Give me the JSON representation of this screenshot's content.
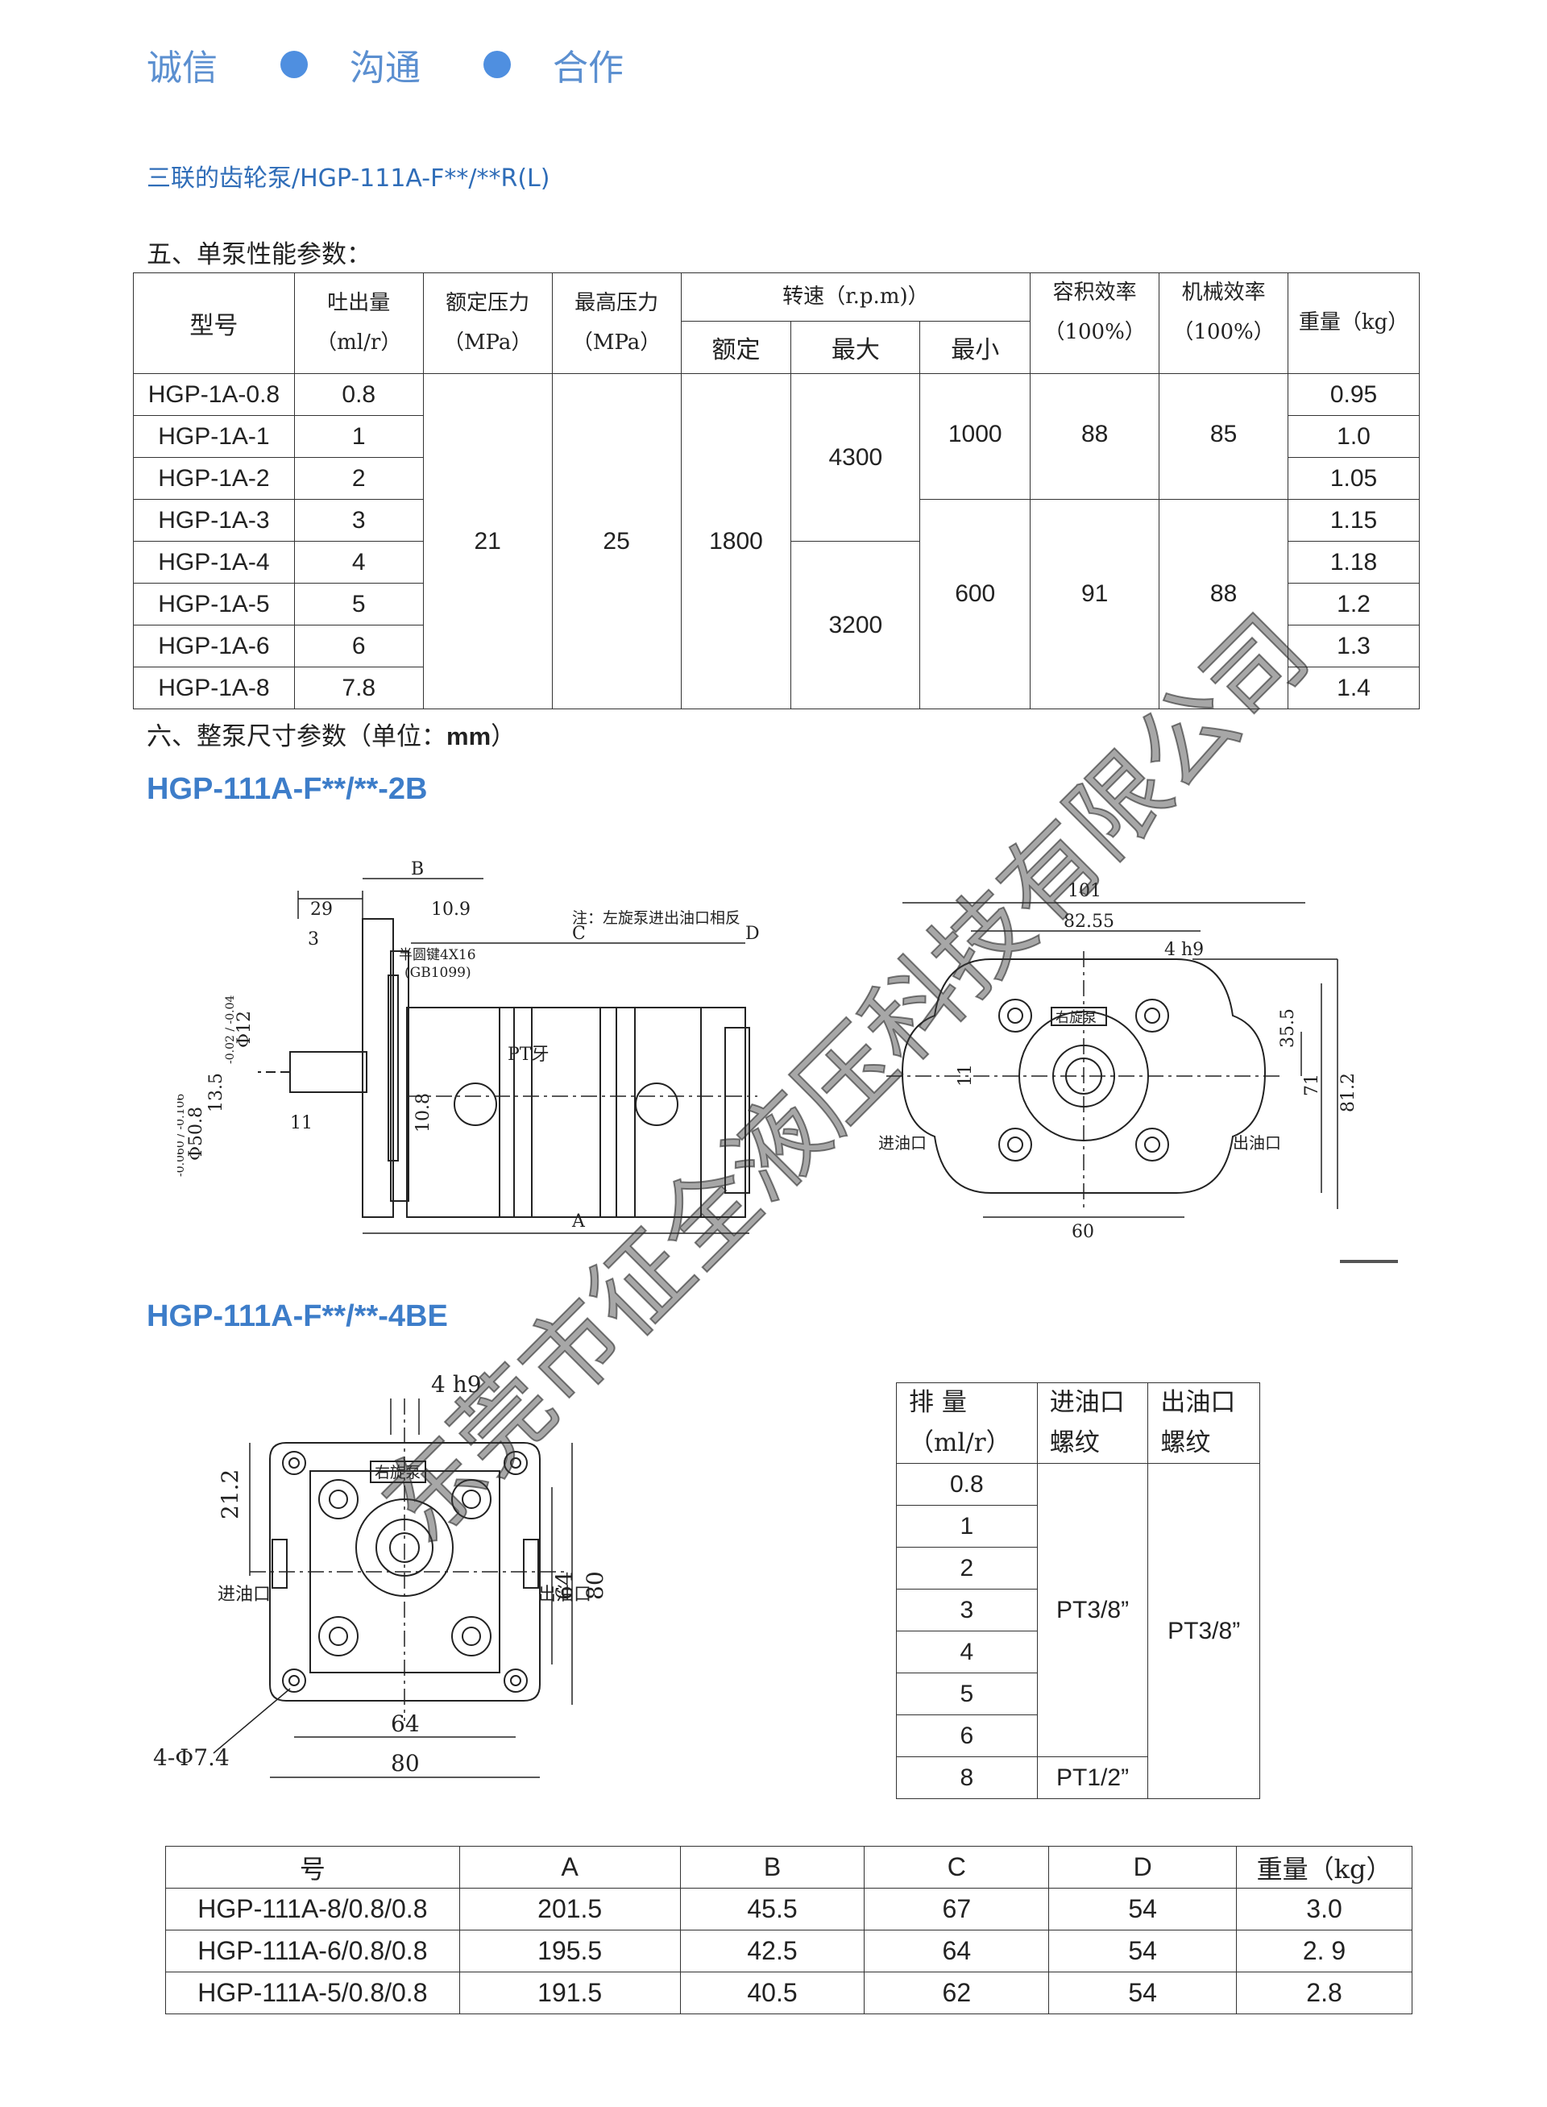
{
  "header": {
    "slogan": [
      "诚信",
      "沟通",
      "合作"
    ],
    "subtitle": "三联的齿轮泵/HGP-111A-F**/**R(L)"
  },
  "section5": {
    "title": "五、单泵性能参数：",
    "headers": {
      "model": "型号",
      "displacement": "吐出量",
      "displacement_unit": "（ml/r）",
      "rated_pressure": "额定压力",
      "rated_pressure_unit": "（MPa）",
      "max_pressure": "最高压力",
      "max_pressure_unit": "（MPa）",
      "speed": "转速（r.p.m)）",
      "speed_rated": "额定",
      "speed_max": "最大",
      "speed_min": "最小",
      "vol_eff": "容积效率",
      "vol_eff_unit": "（100%）",
      "mech_eff": "机械效率",
      "mech_eff_unit": "（100%）",
      "weight": "重量（kg）"
    },
    "rows": [
      {
        "model": "HGP-1A-0.8",
        "disp": "0.8",
        "weight": "0.95"
      },
      {
        "model": "HGP-1A-1",
        "disp": "1",
        "weight": "1.0"
      },
      {
        "model": "HGP-1A-2",
        "disp": "2",
        "weight": "1.05"
      },
      {
        "model": "HGP-1A-3",
        "disp": "3",
        "weight": "1.15"
      },
      {
        "model": "HGP-1A-4",
        "disp": "4",
        "weight": "1.18"
      },
      {
        "model": "HGP-1A-5",
        "disp": "5",
        "weight": "1.2"
      },
      {
        "model": "HGP-1A-6",
        "disp": "6",
        "weight": "1.3"
      },
      {
        "model": "HGP-1A-8",
        "disp": "7.8",
        "weight": "1.4"
      }
    ],
    "shared": {
      "rated_pressure": "21",
      "max_pressure": "25",
      "rated_speed": "1800",
      "max_speed_a": "4300",
      "max_speed_b": "3200",
      "min_speed_a": "1000",
      "min_speed_b": "600",
      "vol_eff_a": "88",
      "vol_eff_b": "91",
      "mech_eff_a": "85",
      "mech_eff_b": "88"
    }
  },
  "section6": {
    "title_text": "六、整泵尺寸参数（单位：",
    "title_unit": "mm",
    "title_close": "）"
  },
  "drawing1": {
    "model": "HGP-111A-F**/**-2B",
    "note": "注：左旋泵进出油口相反",
    "dims": {
      "B": "B",
      "d29": "29",
      "d10_9": "10.9",
      "d3": "3",
      "key_a": "半圆键4X16",
      "key_b": "(GB1099)",
      "C": "C",
      "D": "D",
      "PT": "PT牙",
      "phi12": "Φ12",
      "phi12_tol": "-0.02 / -0.04",
      "phi50": "Φ50.8",
      "phi50_tol": "-0.060 / -0.106",
      "d13_5": "13.5",
      "d11": "11",
      "d10_8": "10.8",
      "A": "A",
      "d101": "101",
      "d82_55": "82.55",
      "d4h9": "4 h9",
      "d35_5": "35.5",
      "d71": "71",
      "d81_2": "81.2",
      "d11b": "11",
      "rot": "右旋泵",
      "inlet": "进油口",
      "outlet": "出油口",
      "d60": "60"
    }
  },
  "drawing2": {
    "model": "HGP-111A-F**/**-4BE",
    "dims": {
      "d4h9": "4  h9",
      "d21_2": "21.2",
      "rot": "右旋泵",
      "inlet": "进油口",
      "outlet": "出油口",
      "d64v": "64",
      "d80v": "80",
      "d64": "64",
      "d80": "80",
      "holes": "4-Φ7.4"
    }
  },
  "port_table": {
    "headers": {
      "disp": "排    量",
      "disp_unit": "（ml/r）",
      "inlet": "进油口",
      "inlet_b": "螺纹",
      "outlet": "出油口",
      "outlet_b": "螺纹"
    },
    "rows": [
      "0.8",
      "1",
      "2",
      "3",
      "4",
      "5",
      "6",
      "8"
    ],
    "inlet_a": "PT3/8”",
    "inlet_b_val": "PT1/2”",
    "outlet_val": "PT3/8”"
  },
  "dim_table": {
    "headers": [
      "号",
      "A",
      "B",
      "C",
      "D",
      "重量（kg）"
    ],
    "rows": [
      [
        "HGP-111A-8/0.8/0.8",
        "201.5",
        "45.5",
        "67",
        "54",
        "3.0"
      ],
      [
        "HGP-111A-6/0.8/0.8",
        "195.5",
        "42.5",
        "64",
        "54",
        "2. 9"
      ],
      [
        "HGP-111A-5/0.8/0.8",
        "191.5",
        "40.5",
        "62",
        "54",
        "2.8"
      ]
    ]
  },
  "watermark": "东莞市征全液压科技有限公司"
}
